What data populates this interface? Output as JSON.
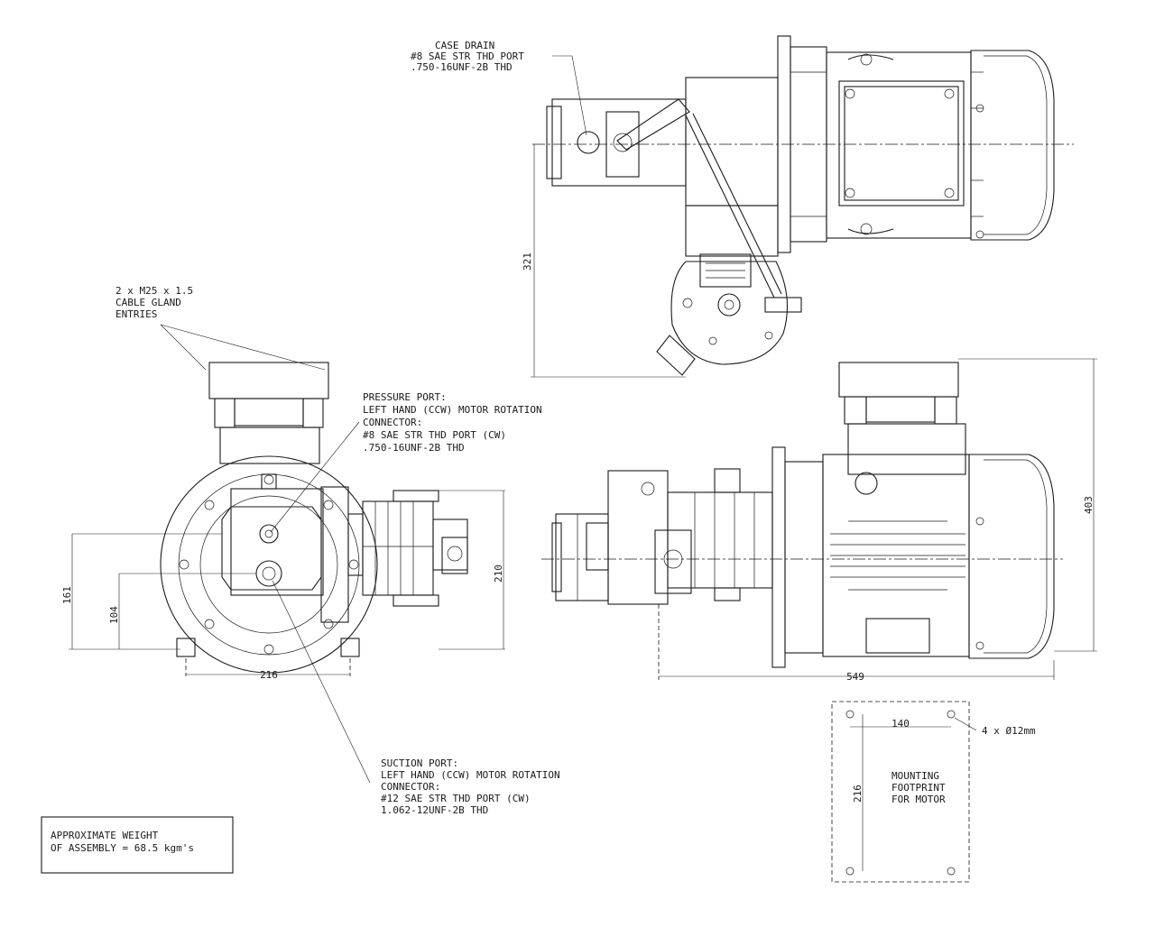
{
  "notes": {
    "case_drain": [
      "CASE DRAIN",
      "#8 SAE STR THD PORT",
      ".750-16UNF-2B THD"
    ],
    "cable_gland": [
      "2 x M25 x 1.5",
      "CABLE GLAND",
      "ENTRIES"
    ],
    "pressure_port": [
      "PRESSURE PORT:",
      "LEFT HAND (CCW) MOTOR ROTATION",
      "CONNECTOR:",
      "#8 SAE STR THD PORT (CW)",
      ".750-16UNF-2B THD"
    ],
    "suction_port": [
      "SUCTION PORT:",
      "LEFT HAND (CCW) MOTOR ROTATION",
      "CONNECTOR:",
      "#12 SAE STR THD PORT (CW)",
      "1.062-12UNF-2B THD"
    ],
    "weight": [
      "APPROXIMATE WEIGHT",
      "OF ASSEMBLY = 68.5 kgm's"
    ],
    "mounting": [
      "MOUNTING",
      "FOOTPRINT",
      "FOR MOTOR"
    ],
    "holes": "4 x Ø12mm"
  },
  "dimensions": {
    "d321": "321",
    "d161": "161",
    "d104": "104",
    "d216_front": "216",
    "d210": "210",
    "d549": "549",
    "d403": "403",
    "d140": "140",
    "d216_foot": "216"
  }
}
